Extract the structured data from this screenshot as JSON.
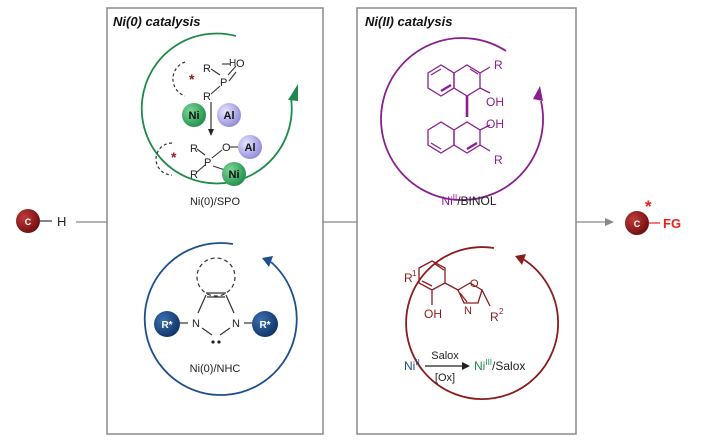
{
  "panels": {
    "ni0": {
      "title": "Ni(0) catalysis",
      "spo_label": "Ni(0)/SPO",
      "nhc_label": "Ni(0)/NHC"
    },
    "ni2": {
      "title": "Ni(II) catalysis",
      "binol_label_prefix": "Ni",
      "binol_label_sup": "II",
      "binol_label_suffix": "/BINOL",
      "salox_reactant_prefix": "Ni",
      "salox_reactant_sup": "II",
      "salox_reagent_top": "Salox",
      "salox_reagent_bottom": "[Ox]",
      "salox_product_prefix": "Ni",
      "salox_product_sup": "III",
      "salox_product_suffix": "/Salox"
    }
  },
  "start": {
    "atom": "C",
    "h": "H"
  },
  "product": {
    "atom": "C",
    "star": "*",
    "fg": "FG"
  },
  "spo": {
    "star": "*",
    "R": "R",
    "P": "P",
    "O": "O",
    "ni": "Ni",
    "al": "Al"
  },
  "nhc": {
    "N": "N",
    "R_star": "R*"
  },
  "binol": {
    "R": "R",
    "OH": "OH"
  },
  "salox": {
    "R1": "R",
    "R1_sup": "1",
    "R2": "R",
    "R2_sup": "2",
    "OH": "OH",
    "N": "N",
    "O": "O"
  },
  "colors": {
    "green": "#1e8a4a",
    "blue": "#1d4f8c",
    "purple": "#8a1f8f",
    "maroon": "#8c1b1b",
    "red": "#e8201a",
    "panel_border": "#8a8a8a",
    "ni_green": "#2aa860",
    "al_lavender": "#b9b6f0"
  }
}
